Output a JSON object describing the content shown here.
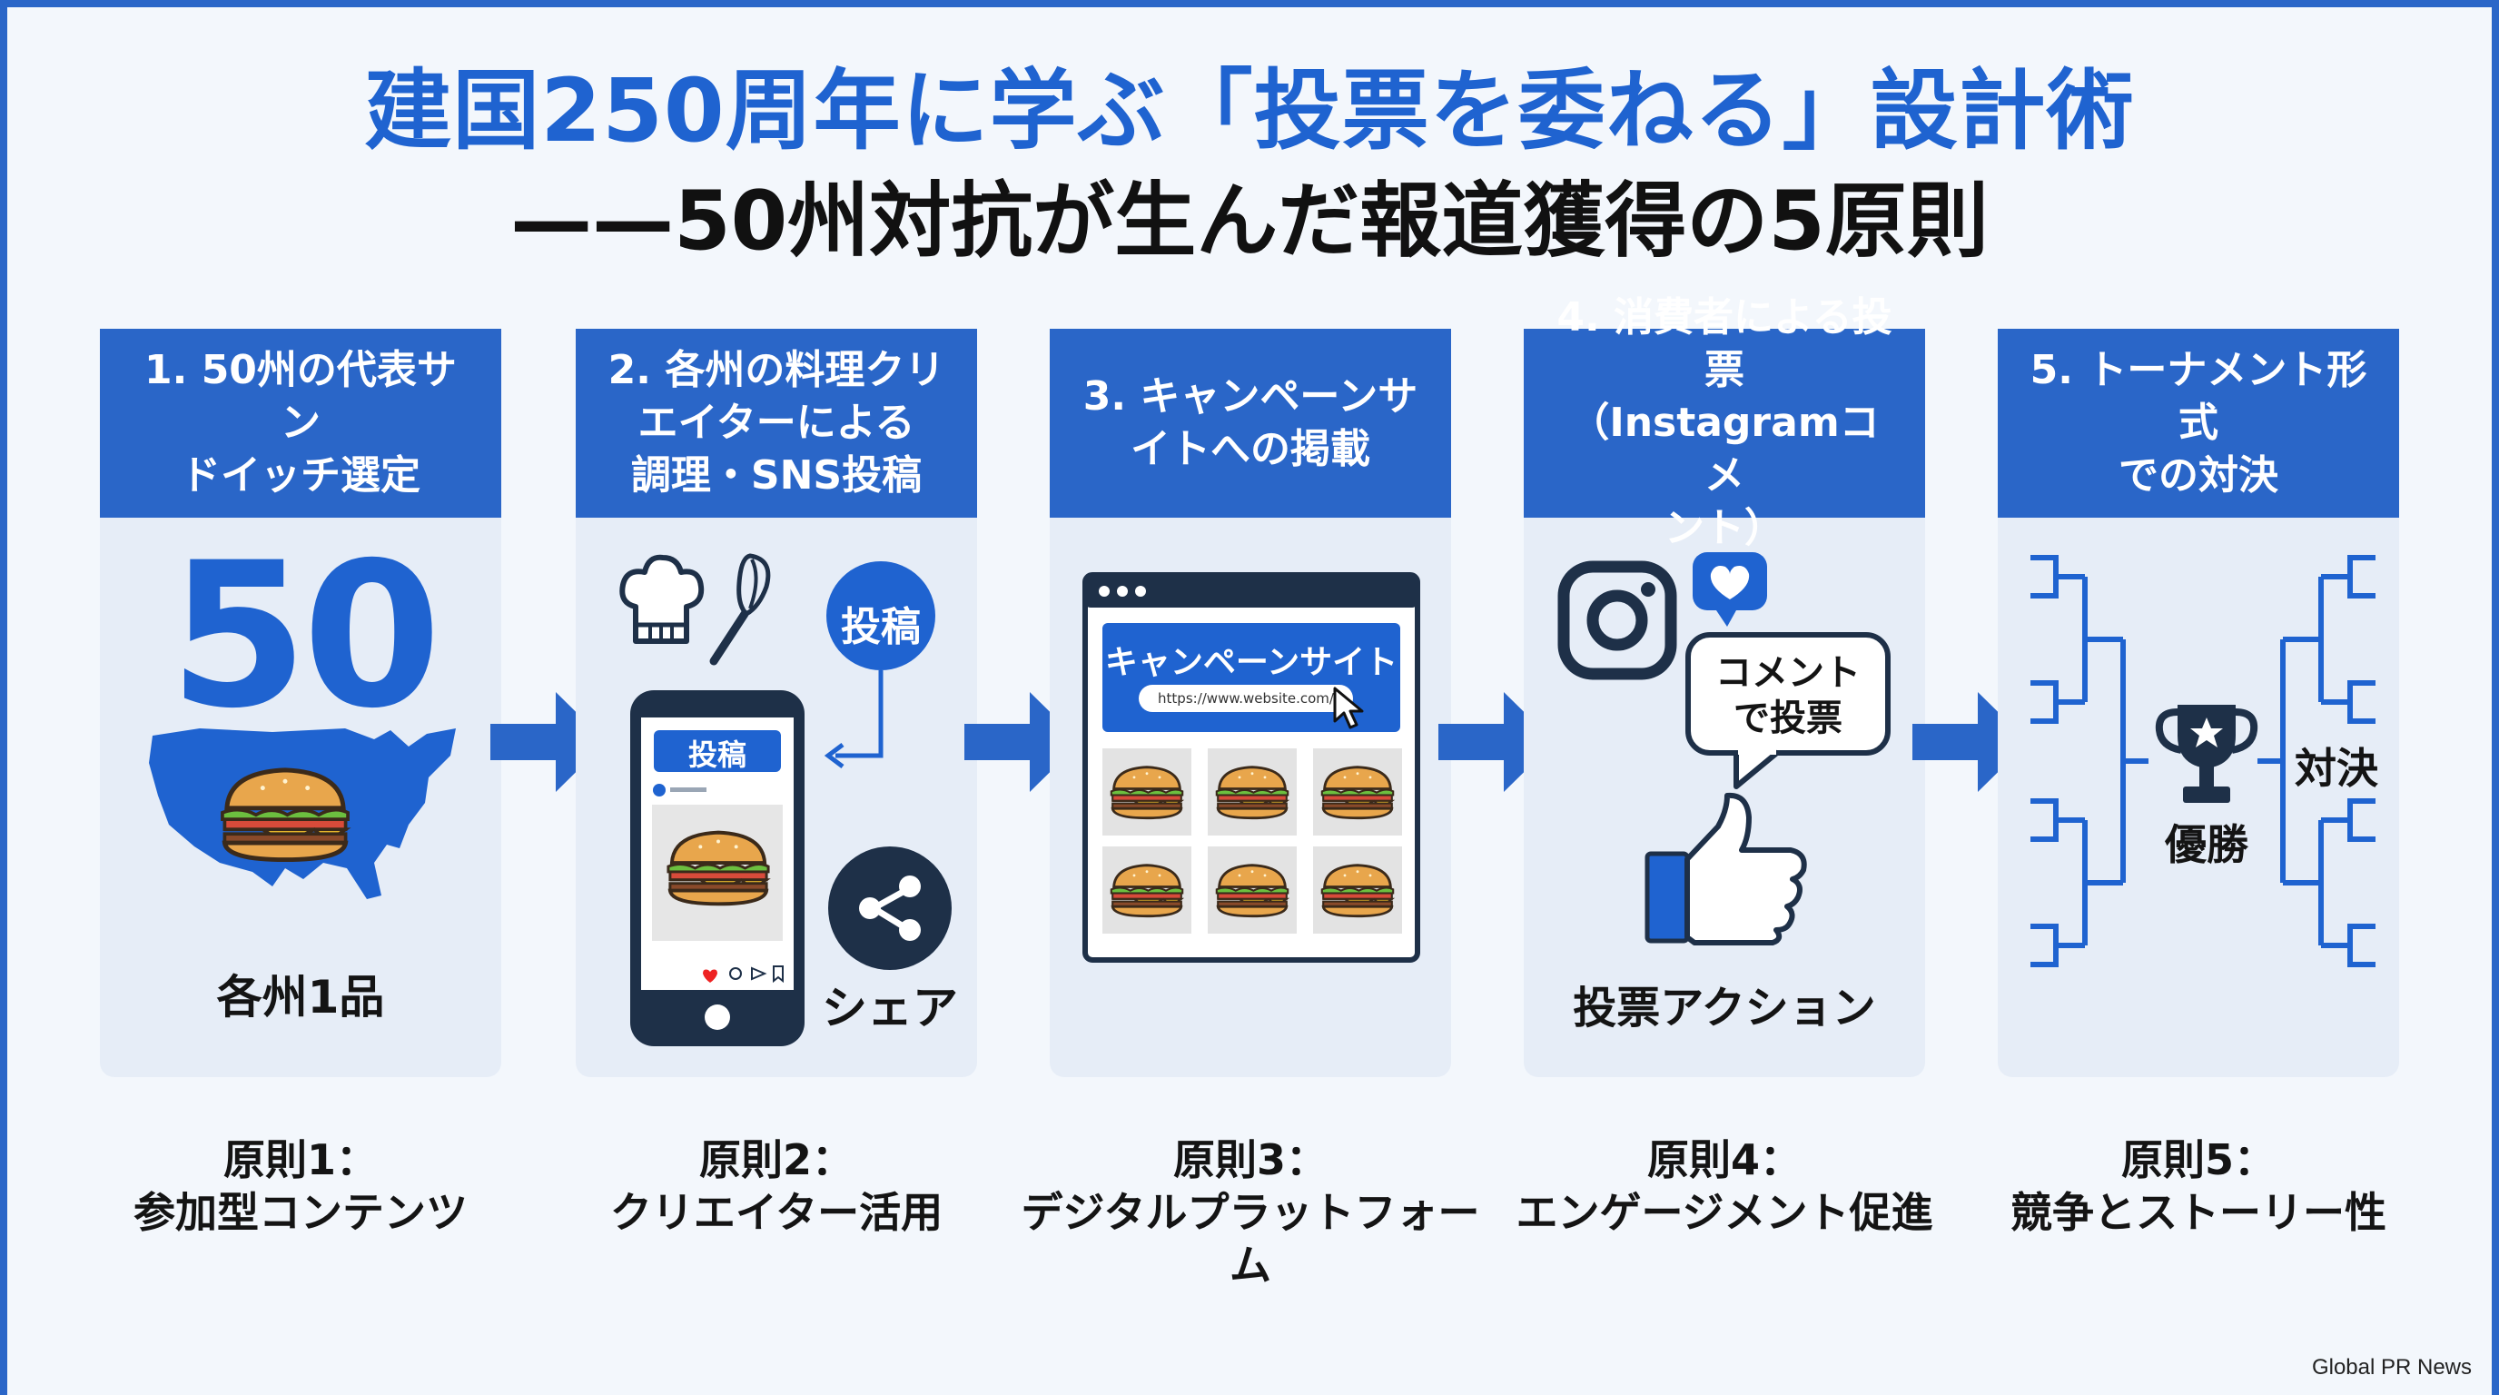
{
  "title": "建国250周年に学ぶ「投票を委ねる」設計術",
  "subtitle": "——50州対抗が生んだ報道獲得の5原則",
  "steps": [
    {
      "heading": "1. 50州の代表サン\nドイッチ選定",
      "big_number": "50",
      "label": "各州1品",
      "caption_title": "原則1：",
      "caption_body": "参加型コンテンツ"
    },
    {
      "heading": "2. 各州の料理クリ\nエイターによる\n調理・SNS投稿",
      "bubble_label": "投稿",
      "screen_label": "投稿",
      "share_label": "シェア",
      "caption_title": "原則2：",
      "caption_body": "クリエイター活用"
    },
    {
      "heading": "3. キャンペーンサ\nイトへの掲載",
      "site_label": "キャンペーンサイト",
      "url": "https://www.website.com/",
      "caption_title": "原則3：",
      "caption_body": "デジタルプラットフォーム"
    },
    {
      "heading": "4. 消費者による投票\n（Instagramコメ\nント）",
      "comment_label": "コメント\nで投票",
      "action_label": "投票アクション",
      "caption_title": "原則4：",
      "caption_body": "エンゲージメント促進"
    },
    {
      "heading": "5. トーナメント形式\nでの対決",
      "winner_label": "優勝",
      "versus_label": "対決",
      "caption_title": "原則5：",
      "caption_body": "競争とストーリー性"
    }
  ],
  "footer": "Global PR News",
  "colors": {
    "accent": "#2a66c8",
    "title": "#1f63d0",
    "dark": "#1e3048"
  },
  "icons": [
    "us-map-icon",
    "sandwich-icon",
    "chef-hat-icon",
    "whisk-icon",
    "smartphone-icon",
    "share-icon",
    "browser-window-icon",
    "cursor-icon",
    "instagram-icon",
    "heart-bubble-icon",
    "comment-bubble-icon",
    "thumbs-up-icon",
    "bracket-icon",
    "trophy-icon",
    "arrow-right-icon"
  ]
}
